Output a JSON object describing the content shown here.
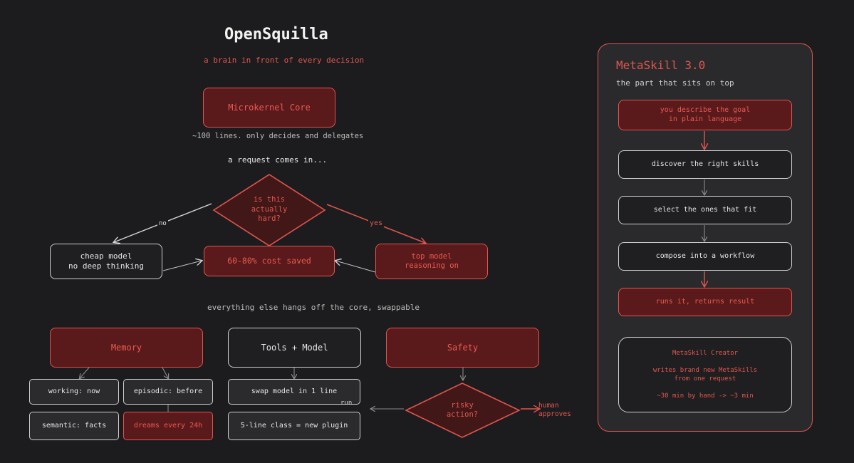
{
  "header": {
    "title": "OpenSquilla",
    "subtitle": "a brain in front of every decision"
  },
  "core": {
    "label": "Microkernel Core",
    "note": "~100 lines. only decides and delegates",
    "request_text": "a request comes in..."
  },
  "decision": {
    "question": [
      "is this",
      "actually",
      "hard?"
    ],
    "no_label": "no",
    "yes_label": "yes",
    "cheap": [
      "cheap model",
      "no deep thinking"
    ],
    "saved": "60-80% cost saved",
    "top": [
      "top model",
      "reasoning on"
    ]
  },
  "modules": {
    "caption": "everything else hangs off the core, swappable",
    "memory": {
      "label": "Memory",
      "working": "working: now",
      "episodic": "episodic: before",
      "semantic": "semantic: facts",
      "dreams": "dreams every 24h"
    },
    "tools": {
      "label": "Tools + Model",
      "swap": "swap model in 1 line",
      "plugin": "5-line class = new plugin",
      "run_label": "run"
    },
    "safety": {
      "label": "Safety",
      "risky": [
        "risky",
        "action?"
      ],
      "human": [
        "human",
        "approves"
      ]
    }
  },
  "metaskill": {
    "title": "MetaSkill 3.0",
    "subtitle": "the part that sits on top",
    "steps": {
      "describe": [
        "you describe the goal",
        "in plain language"
      ],
      "discover": "discover the right skills",
      "select": "select the ones that fit",
      "compose": "compose into a workflow",
      "runs": "runs it, returns result"
    },
    "creator": {
      "title": "MetaSkill Creator",
      "line1": "writes brand new MetaSkills",
      "line2": "from one request",
      "line3": "~30 min by hand -> ~3 min"
    }
  },
  "colors": {
    "background": "#1c1c1e",
    "accent_red": "#e0554f",
    "red_fill": "#5a1a1b",
    "outline_white": "#d0d0d0",
    "panel_fill": "#2a2a2c"
  }
}
